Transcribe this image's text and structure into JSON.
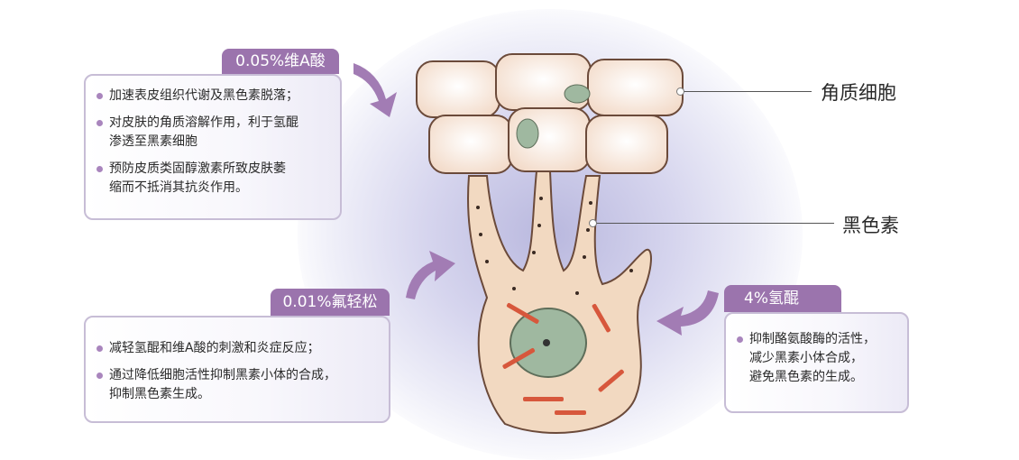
{
  "panels": [
    {
      "title": "0.05%维A酸",
      "bullets": [
        [
          "加速表皮组织代谢及黑色素脱落；"
        ],
        [
          "对皮肤的角质溶解作用，利于氢醌",
          "渗透至黑素细胞"
        ],
        [
          "预防皮质类固醇激素所致皮肤萎",
          "缩而不抵消其抗炎作用。"
        ]
      ]
    },
    {
      "title": "0.01%氟轻松",
      "bullets": [
        [
          "减轻氢醌和维A酸的刺激和炎症反应；"
        ],
        [
          "通过降低细胞活性抑制黑素小体的合成，",
          "抑制黑色素生成。"
        ]
      ]
    },
    {
      "title": "4%氢醌",
      "bullets": [
        [
          "抑制酪氨酸酶的活性，",
          "减少黑素小体合成，",
          "避免黑色素的生成。"
        ]
      ]
    }
  ],
  "labels": {
    "keratinocyte": "角质细胞",
    "melanin": "黑色素"
  },
  "colors": {
    "accent": "#9b74ad",
    "border": "#c7bdd6",
    "arrow": "#a27cb4"
  }
}
